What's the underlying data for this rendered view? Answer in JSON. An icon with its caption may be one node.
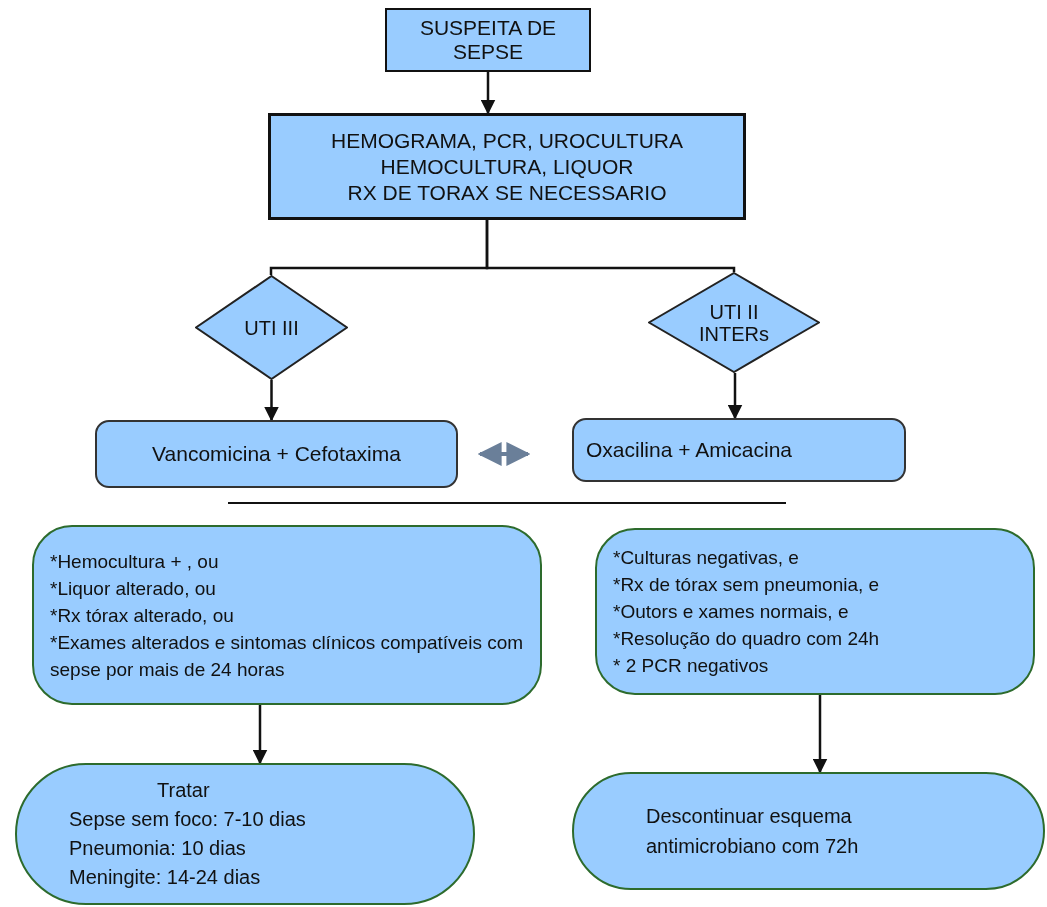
{
  "diagram": {
    "nodes": [
      {
        "text": [
          "SUSPEITA DE SEPSE"
        ]
      },
      {
        "text": [
          "HEMOGRAMA, PCR, UROCULTURA",
          "HEMOCULTURA, LIQUOR",
          "RX DE TORAX SE NECESSARIO"
        ]
      },
      {
        "text": [
          "UTI III"
        ]
      },
      {
        "text": [
          "UTI II INTERs"
        ]
      },
      {
        "text": [
          "Vancomicina + Cefotaxima"
        ]
      },
      {
        "text": [
          "Oxacilina + Amicacina"
        ]
      },
      {
        "text": [
          "*Hemocultura + , ou",
          "*Liquor alterado, ou",
          "*Rx tórax alterado,  ou",
          "*Exames alterados e sintomas clínicos compatíveis com sepse por mais de 24 horas"
        ]
      },
      {
        "text": [
          "*Culturas negativas, e",
          "*Rx de tórax sem pneumonia, e",
          "*Outors e xames normais, e",
          "*Resolução do quadro com 24h",
          "* 2 PCR negativos"
        ]
      },
      {
        "text": [
          "Tratar",
          "Sepse sem foco: 7-10 dias",
          "Pneumonia: 10 dias",
          "Meningite: 14-24 dias"
        ]
      },
      {
        "text": [
          "Descontinuar esquema antimicrobiano com 72h"
        ]
      }
    ],
    "edges": [
      {
        "from": 0,
        "to": 1,
        "arrow": "to"
      },
      {
        "from": 1,
        "to": 2,
        "arrow": "none"
      },
      {
        "from": 1,
        "to": 3,
        "arrow": "none"
      },
      {
        "from": 2,
        "to": 4,
        "arrow": "to"
      },
      {
        "from": 3,
        "to": 5,
        "arrow": "to"
      },
      {
        "from": 4,
        "to": 5,
        "arrow": "both",
        "color": "#6a7f99"
      },
      {
        "from": 6,
        "to": 8,
        "arrow": "to"
      },
      {
        "from": 7,
        "to": 9,
        "arrow": "to"
      }
    ]
  }
}
